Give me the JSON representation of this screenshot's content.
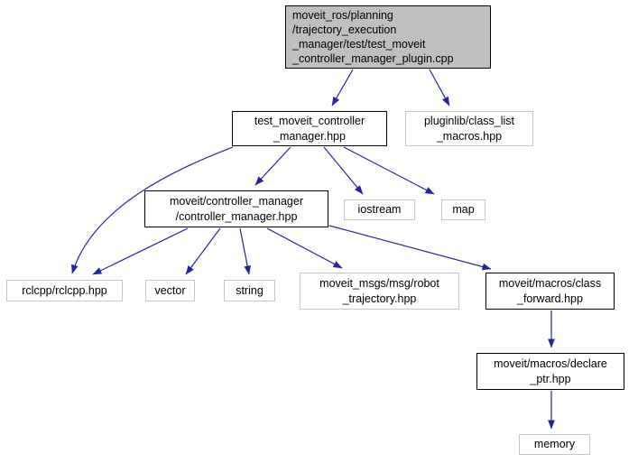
{
  "diagram": {
    "kind": "include-dependency-graph",
    "colors": {
      "background": "#ffffff",
      "edge": "#24249c",
      "node_fill": "#ffffff",
      "root_fill": "#bfbfbf",
      "primary_border": "#000000",
      "leaf_border": "#c6c6c6",
      "text": "#000000"
    }
  },
  "nodes": {
    "root": {
      "label": "moveit_ros/planning\n/trajectory_execution\n_manager/test/test_moveit\n_controller_manager_plugin.cpp"
    },
    "test": {
      "label": "test_moveit_controller\n_manager.hpp"
    },
    "pluginlib": {
      "label": "pluginlib/class_list\n_macros.hpp"
    },
    "cm": {
      "label": "moveit/controller_manager\n/controller_manager.hpp"
    },
    "iostream": {
      "label": "iostream"
    },
    "map": {
      "label": "map"
    },
    "rclcpp": {
      "label": "rclcpp/rclcpp.hpp"
    },
    "vector": {
      "label": "vector"
    },
    "string": {
      "label": "string"
    },
    "msgs": {
      "label": "moveit_msgs/msg/robot\n_trajectory.hpp"
    },
    "classfwd": {
      "label": "moveit/macros/class\n_forward.hpp"
    },
    "declareptr": {
      "label": "moveit/macros/declare\n_ptr.hpp"
    },
    "memory": {
      "label": "memory"
    }
  },
  "edges": [
    {
      "from": "root",
      "to": "test"
    },
    {
      "from": "root",
      "to": "pluginlib"
    },
    {
      "from": "test",
      "to": "rclcpp"
    },
    {
      "from": "test",
      "to": "cm"
    },
    {
      "from": "test",
      "to": "iostream"
    },
    {
      "from": "test",
      "to": "map"
    },
    {
      "from": "cm",
      "to": "rclcpp"
    },
    {
      "from": "cm",
      "to": "vector"
    },
    {
      "from": "cm",
      "to": "string"
    },
    {
      "from": "cm",
      "to": "msgs"
    },
    {
      "from": "cm",
      "to": "classfwd"
    },
    {
      "from": "classfwd",
      "to": "declareptr"
    },
    {
      "from": "declareptr",
      "to": "memory"
    }
  ]
}
